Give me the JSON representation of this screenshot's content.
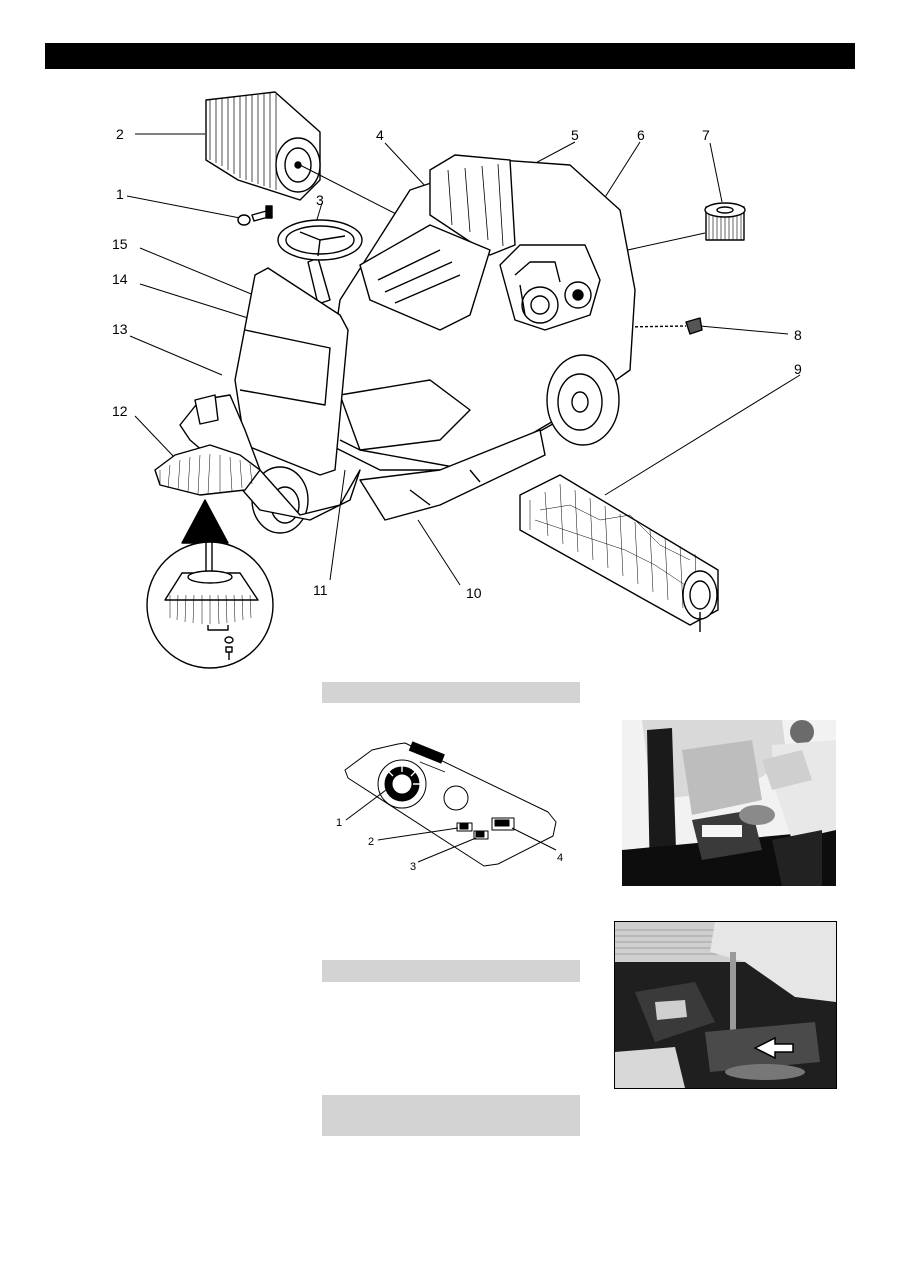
{
  "main_diagram": {
    "callouts": [
      "1",
      "2",
      "3",
      "4",
      "5",
      "6",
      "7",
      "8",
      "9",
      "10",
      "11",
      "12",
      "13",
      "14",
      "15"
    ]
  },
  "control_panel": {
    "callouts": [
      "1",
      "2",
      "3",
      "4"
    ]
  },
  "section_bars": [
    {
      "label": ""
    },
    {
      "label": ""
    },
    {
      "label": ""
    }
  ]
}
